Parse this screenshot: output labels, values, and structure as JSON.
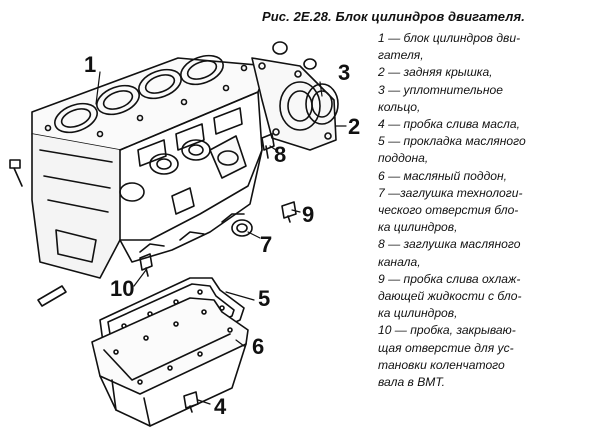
{
  "figure": {
    "caption": "Рис. 2Е.28. Блок цилиндров двигателя."
  },
  "legend_lines": [
    "1 — блок цилиндров дви-",
    "гателя,",
    "2 — задняя крышка,",
    "3 — уплотнительное",
    "кольцо,",
    "4 — пробка слива масла,",
    "5 — прокладка масляного",
    "поддона,",
    "6 — масляный поддон,",
    "7 —заглушка технологи-",
    "ческого отверстия бло-",
    "ка цилиндров,",
    "8 — заглушка масляного",
    "канала,",
    "9 — пробка слива охлаж-",
    "дающей жидкости с бло-",
    "ка цилиндров,",
    "10 — пробка, закрываю-",
    "щая отверстие для ус-",
    "тановки коленчатого",
    "вала в ВМТ."
  ],
  "callouts": [
    "1",
    "2",
    "3",
    "4",
    "5",
    "6",
    "7",
    "8",
    "9",
    "10"
  ]
}
